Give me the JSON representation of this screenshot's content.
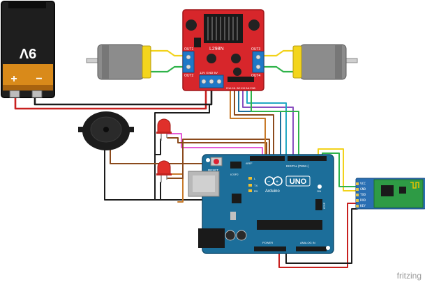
{
  "battery": {
    "voltage_label": "9V",
    "plus_label": "+",
    "minus_label": "−"
  },
  "motor_driver": {
    "chip_label": "L298N",
    "out1_label": "OUT1",
    "out2_label": "OUT2",
    "out3_label": "OUT3",
    "out4_label": "OUT4",
    "power_label": "12V GND 5V",
    "ena_label": "ENA IN1 IN2 IN3 IN4 ENB"
  },
  "arduino": {
    "brand_label": "Arduino",
    "model_label": "UNO",
    "reset_label": "RESET",
    "icsp2_label": "ICSP2",
    "icsp_label": "ICSP",
    "digital_label": "DIGITAL (PWM~)",
    "analog_label": "ANALOG IN",
    "power_label": "POWER",
    "tx_label": "TX",
    "rx_label": "RX",
    "l_label": "L",
    "on_label": "ON",
    "aref_label": "AREF"
  },
  "bluetooth": {
    "pins": [
      "VCC",
      "GND",
      "TXD",
      "RXD",
      "KEY"
    ]
  },
  "watermark": "fritzing",
  "colors": {
    "driver_red": "#d7262b",
    "arduino_blue": "#1c6e9a",
    "bt_blue": "#2a6fb3",
    "wire_red": "#c8201f",
    "wire_black": "#1b1b1b",
    "wire_brown": "#8b4a1c",
    "wire_orange": "#c87a2a",
    "wire_cyan": "#22a9c4",
    "wire_purple": "#8a4fc0",
    "wire_green": "#2fb34a",
    "wire_yellow": "#f2d21b",
    "wire_pink": "#e45bd6"
  }
}
